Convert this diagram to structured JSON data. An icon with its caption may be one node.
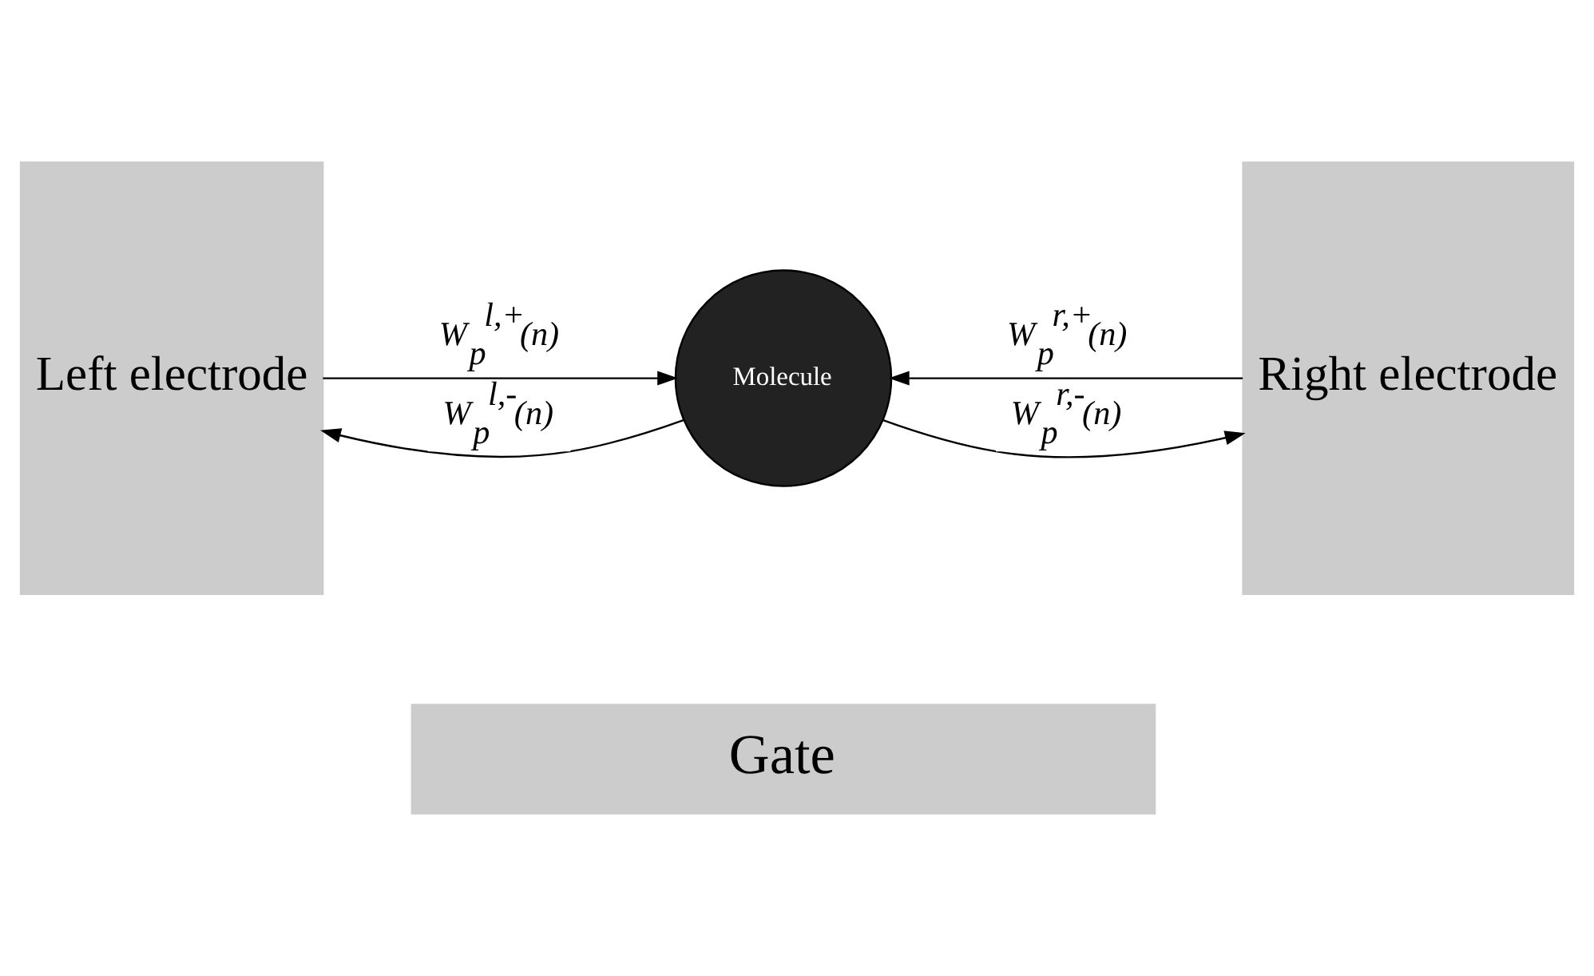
{
  "diagram": {
    "nodes": [
      {
        "text": [
          "Left electrode"
        ]
      },
      {
        "text": [
          "Molecule"
        ]
      },
      {
        "text": [
          "Right electrode"
        ]
      },
      {
        "text": [
          "Gate"
        ]
      }
    ],
    "edges": [
      {
        "from": 0,
        "to": 1,
        "arrow": "to",
        "label": "W$_{p}$$^{l,+}$(n)"
      },
      {
        "from": 1,
        "to": 2,
        "arrow": "to",
        "label": "W$_{p}$$^{r,-}$(n)"
      },
      {
        "from": 1,
        "to": 0,
        "arrow": "to",
        "label": "W$_{p}$$^{l,-}$(n)"
      },
      {
        "from": 2,
        "to": 1,
        "arrow": "to",
        "label": "W$_{p}$$^{r,+}$(n)"
      }
    ]
  }
}
